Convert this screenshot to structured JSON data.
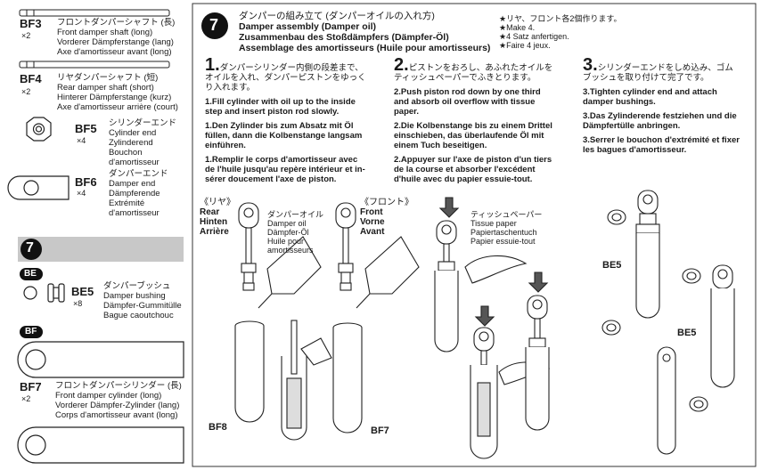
{
  "parts": {
    "bf3": {
      "code": "BF3",
      "qty": "×2",
      "jp": "フロントダンパーシャフト (長)",
      "en": "Front damper shaft (long)",
      "de": "Vorderer Dämpferstange (lang)",
      "fr": "Axe d'amortisseur avant (long)"
    },
    "bf4": {
      "code": "BF4",
      "qty": "×2",
      "jp": "リヤダンパーシャフト (短)",
      "en": "Rear damper shaft (short)",
      "de": "Hinterer Dämpferstange (kurz)",
      "fr": "Axe d'amortisseur arrière (court)"
    },
    "bf5": {
      "code": "BF5",
      "qty": "×4",
      "jp": "シリンダーエンド",
      "en": "Cylinder end",
      "de": "Zylinderend",
      "fr1": "Bouchon",
      "fr2": "d'amortisseur"
    },
    "bf6": {
      "code": "BF6",
      "qty": "×4",
      "jp": "ダンパーエンド",
      "en": "Damper end",
      "de": "Dämpferende",
      "fr1": "Extrémité",
      "fr2": "d'amortisseur"
    },
    "step_box": "7",
    "bag_be": "BE",
    "be5": {
      "code": "BE5",
      "qty": "×8",
      "jp": "ダンパーブッシュ",
      "en": "Damper bushing",
      "de": "Dämpfer-Gummitülle",
      "fr": "Bague caoutchouc"
    },
    "bag_bf": "BF",
    "bf7": {
      "code": "BF7",
      "qty": "×2",
      "jp": "フロントダンパーシリンダー (長)",
      "en": "Front damper cylinder (long)",
      "de": "Vorderer Dämpfer-Zylinder (lang)",
      "fr": "Corps d'amortisseur avant (long)"
    }
  },
  "header": {
    "step": "7",
    "jp": "ダンパーの組み立て (ダンパーオイルの入れ方)",
    "en": "Damper assembly (Damper oil)",
    "de": "Zusammenbau des Stoßdämpfers (Dämpfer-Öl)",
    "fr": "Assemblage des amortisseurs (Huile pour amortisseurs)",
    "note_jp": "★リヤ、フロント各2個作ります。",
    "note_en": "★Make 4.",
    "note_de": "★4 Satz anfertigen.",
    "note_fr": "★Faire 4 jeux."
  },
  "col1": {
    "num": "1.",
    "jp1": "ダンパーシリンダー内側の段差まで、",
    "jp2": "オイルを入れ、ダンパーピストンをゆっく",
    "jp3": "り入れます。",
    "en1": "1.Fill cylinder with oil up to the inside",
    "en2": "step and insert piston rod slowly.",
    "de1": "1.Den Zylinder bis zum Absatz mit Öl",
    "de2": "füllen, dann die Kolbenstange langsam",
    "de3": "einführen.",
    "fr1": "1.Remplir le corps d'amortisseur avec",
    "fr2": "de l'huile jusqu'au repère intérieur et in-",
    "fr3": "sérer doucement l'axe de piston."
  },
  "col2": {
    "num": "2.",
    "jp1": "ピストンをおろし、あふれたオイルを",
    "jp2": "ティッシュペーパーでふきとります。",
    "en1": "2.Push piston rod down by one third",
    "en2": "and absorb oil overflow with tissue",
    "en3": "paper.",
    "de1": "2.Die Kolbenstange bis zu einem Drittel",
    "de2": "einschieben, das überlaufende Öl mit",
    "de3": "einem Tuch beseitigen.",
    "fr1": "2.Appuyer sur l'axe de piston d'un tiers",
    "fr2": "de la course et absorber l'excédent",
    "fr3": "d'huile avec du papier essuie-tout."
  },
  "col3": {
    "num": "3.",
    "jp1": "シリンダーエンドをしめ込み、ゴム",
    "jp2": "ブッシュを取り付けて完了です。",
    "en1": "3.Tighten cylinder end and attach",
    "en2": "damper bushings.",
    "de1": "3.Das Zylinderende festziehen und die",
    "de2": "Dämpfertülle anbringen.",
    "fr1": "3.Serrer le bouchon d'extrémité et fixer",
    "fr2": "les bagues d'amortisseur."
  },
  "illus": {
    "rear_jp": "《リヤ》",
    "rear_en": "Rear",
    "rear_de": "Hinten",
    "rear_fr": "Arrière",
    "front_jp": "《フロント》",
    "front_en": "Front",
    "front_de": "Vorne",
    "front_fr": "Avant",
    "oil_jp": "ダンパーオイル",
    "oil_en": "Damper oil",
    "oil_de": "Dämpfer-Öl",
    "oil_fr1": "Huile pour",
    "oil_fr2": "amortisseurs",
    "tissue_jp": "ティッシュペーパー",
    "tissue_en": "Tissue paper",
    "tissue_de": "Papiertaschentuch",
    "tissue_fr": "Papier essuie-tout",
    "bf8": "BF8",
    "bf7": "BF7",
    "be5a": "BE5",
    "be5b": "BE5"
  }
}
